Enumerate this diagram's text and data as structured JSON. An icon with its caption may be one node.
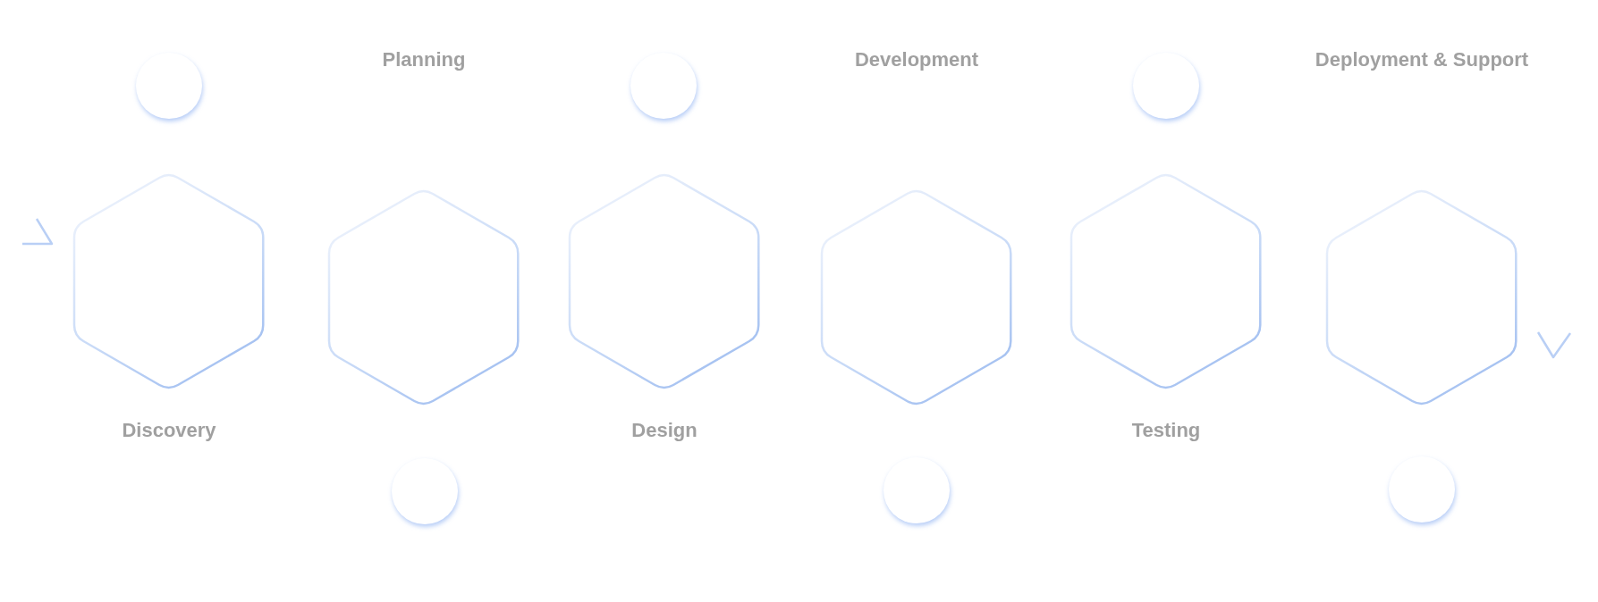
{
  "diagram": {
    "nodes": [
      {
        "text": [],
        "shape": "hexagon",
        "beside": [
          "Discovery"
        ]
      },
      {
        "text": [],
        "shape": "circle"
      },
      {
        "text": [],
        "shape": "hexagon"
      },
      {
        "text": [],
        "shape": "circle"
      },
      {
        "text": [],
        "shape": "hexagon",
        "beside": [
          "Design"
        ]
      },
      {
        "text": [],
        "shape": "circle"
      },
      {
        "text": [],
        "shape": "hexagon"
      },
      {
        "text": [],
        "shape": "circle"
      },
      {
        "text": [],
        "shape": "hexagon",
        "beside": [
          "Testing"
        ]
      },
      {
        "text": [],
        "shape": "circle"
      },
      {
        "text": [],
        "shape": "hexagon"
      },
      {
        "text": [],
        "shape": "circle"
      }
    ],
    "labels": [
      "Planning",
      "Development",
      "Deployment & Support"
    ]
  }
}
